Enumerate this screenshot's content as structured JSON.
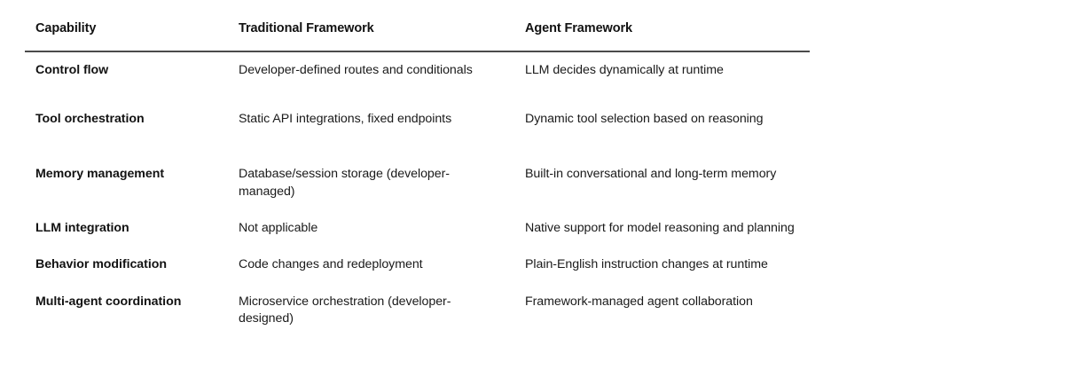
{
  "table": {
    "columns": [
      "Capability",
      "Traditional Framework",
      "Agent Framework"
    ],
    "rows": [
      {
        "capability": "Control flow",
        "traditional": "Developer-defined routes and conditionals",
        "agent": "LLM decides dynamically at runtime"
      },
      {
        "capability": "Tool orchestration",
        "traditional": "Static API integrations, fixed endpoints",
        "agent": "Dynamic tool selection based on reasoning"
      },
      {
        "capability": "Memory management",
        "traditional": "Database/session storage (developer-managed)",
        "agent": "Built-in conversational and long-term memory"
      },
      {
        "capability": "LLM integration",
        "traditional": "Not applicable",
        "agent": "Native support for model reasoning and planning"
      },
      {
        "capability": "Behavior modification",
        "traditional": "Code changes and redeployment",
        "agent": "Plain-English instruction changes at runtime"
      },
      {
        "capability": "Multi-agent coordination",
        "traditional": "Microservice orchestration (developer-designed)",
        "agent": "Framework-managed agent collaboration"
      }
    ]
  },
  "colors": {
    "background": "#ffffff",
    "header_text": "#121212",
    "body_text": "#1a1a1a",
    "header_rule": "#4a4a4a"
  }
}
